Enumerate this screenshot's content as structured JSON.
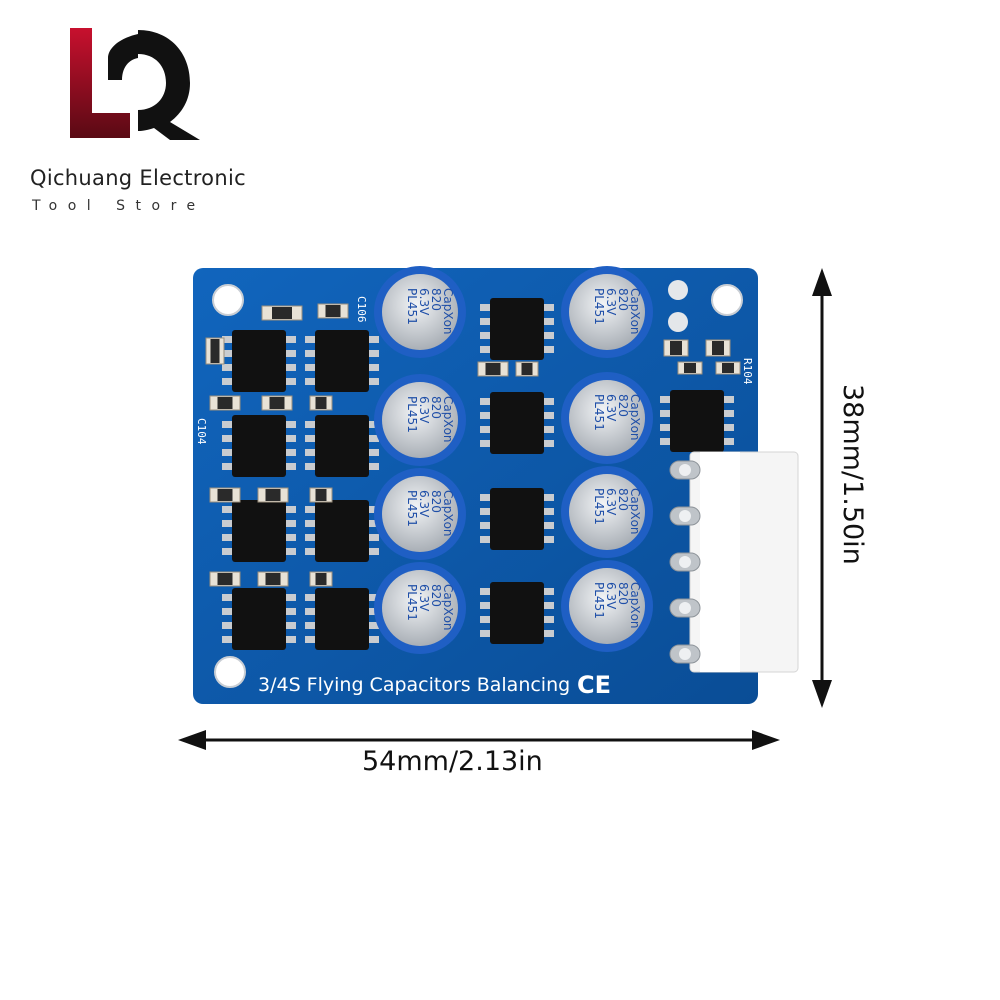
{
  "brand": {
    "name": "Qichuang Electronic",
    "subtitle": "Tool Store"
  },
  "board": {
    "silkscreen": "3/4S Flying Capacitors Balancing",
    "ce_mark": "CE",
    "ref_labels": [
      "C106",
      "C104",
      "R104"
    ],
    "capacitor": {
      "brand": "CapXon",
      "value": "820",
      "voltage": "6.3V",
      "code": "PL451"
    },
    "capacitor_count": 8,
    "connector_pins": 5,
    "colors": {
      "pcb": "#0d57a7",
      "cap_sleeve": "#1f5fc4",
      "cap_top": "#d9dde2",
      "chip": "#111111",
      "connector": "#f2f2f2"
    }
  },
  "dimensions": {
    "width_label": "54mm/2.13in",
    "height_label": "38mm/1.50in"
  }
}
